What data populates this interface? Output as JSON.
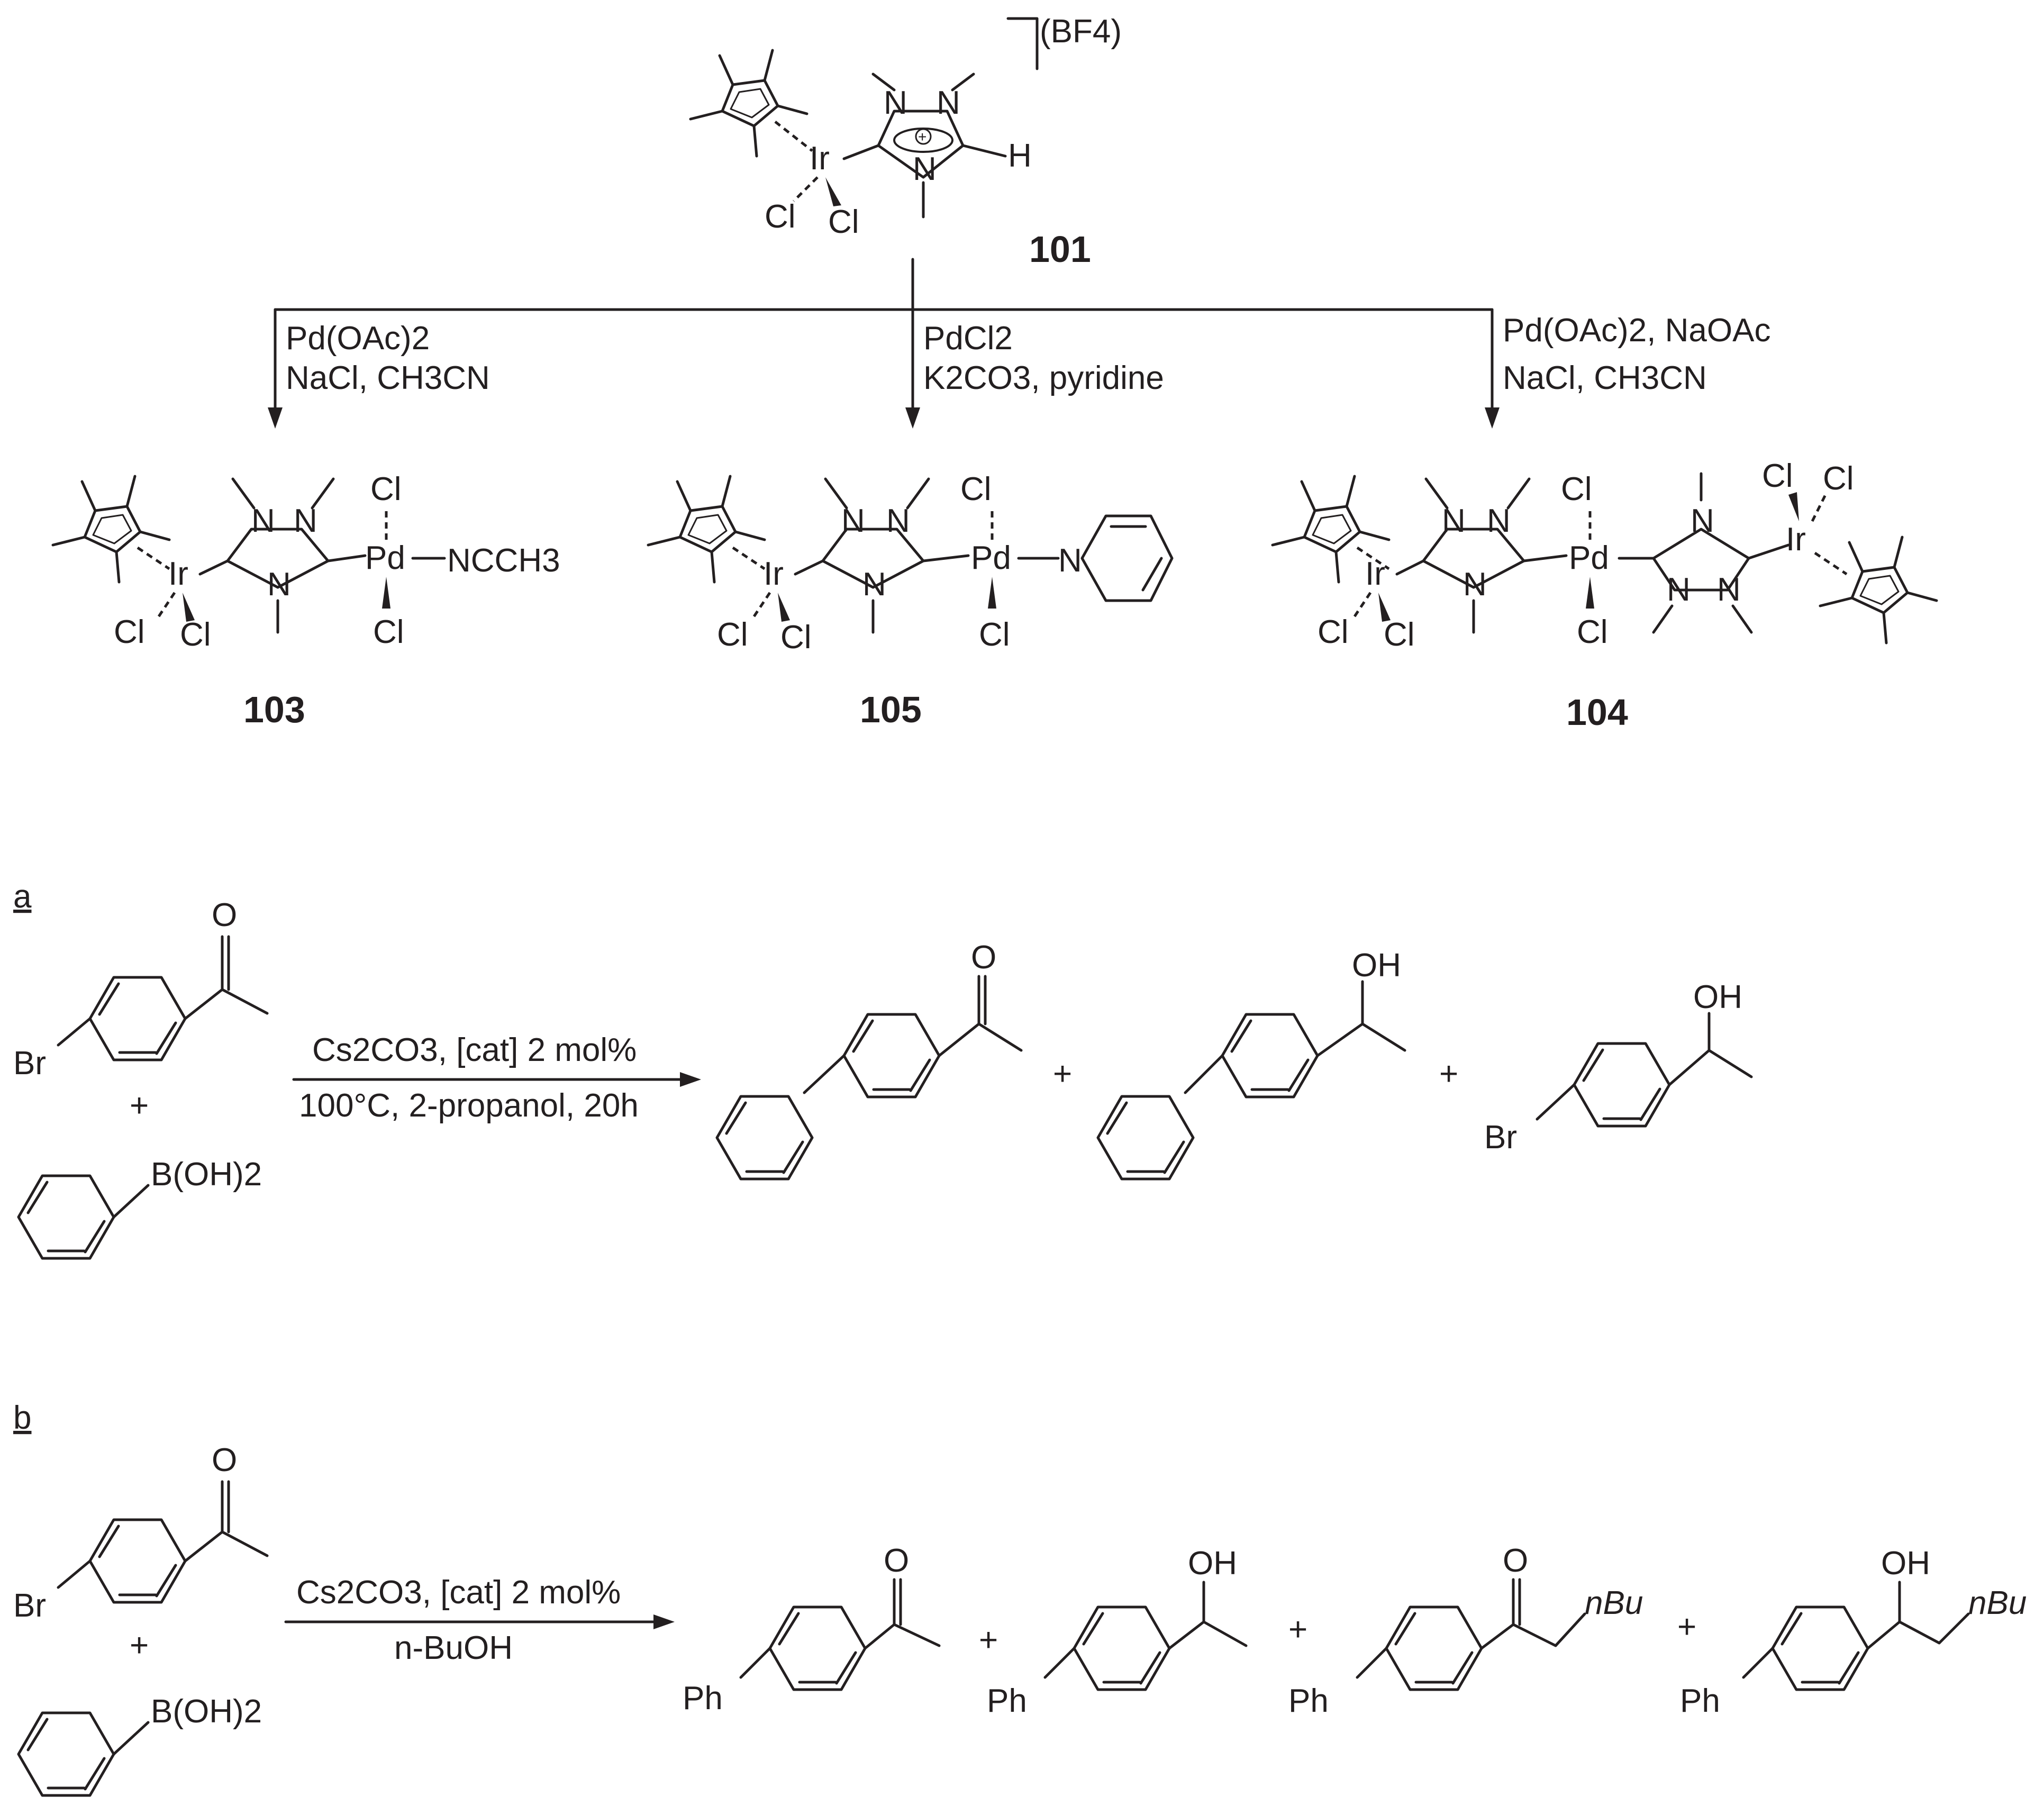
{
  "compounds": {
    "c101": {
      "id": "101",
      "counterion": "(BF4)"
    },
    "c103": {
      "id": "103"
    },
    "c105": {
      "id": "105"
    },
    "c104": {
      "id": "104"
    }
  },
  "atoms": {
    "ir": "Ir",
    "pd": "Pd",
    "cl": "Cl",
    "n": "N",
    "h": "H",
    "o": "O",
    "oh": "OH",
    "br": "Br",
    "ph": "Ph",
    "ncch3": "NCCH3",
    "nbu": "nBu",
    "boh2": "B(OH)2",
    "plus": "+"
  },
  "conditions": {
    "left": [
      "Pd(OAc)2",
      "NaCl, CH3CN"
    ],
    "middle": [
      "PdCl2",
      "K2CO3, pyridine"
    ],
    "right": [
      "Pd(OAc)2, NaOAc",
      "NaCl, CH3CN"
    ]
  },
  "reaction_a": {
    "label": "a",
    "above_arrow": "Cs2CO3, [cat] 2 mol%",
    "below_arrow": "100°C, 2-propanol, 20h"
  },
  "reaction_b": {
    "label": "b",
    "above_arrow": "Cs2CO3, [cat] 2 mol%",
    "below_arrow": "n-BuOH"
  }
}
